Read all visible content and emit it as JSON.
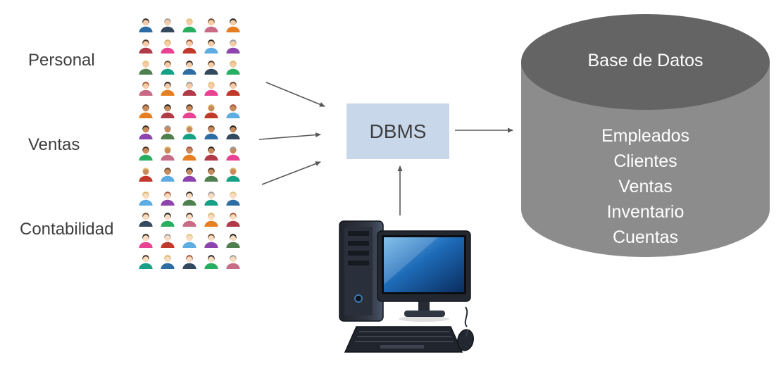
{
  "diagram": {
    "groups": [
      {
        "label": "Personal"
      },
      {
        "label": "Ventas"
      },
      {
        "label": "Contabilidad"
      }
    ],
    "avatar_grid": {
      "cols": 5,
      "rows": 4
    },
    "avatar_palette": {
      "skin": [
        "#f6cba6",
        "#e8b080",
        "#c98a5b",
        "#8d5a3b",
        "#f9dcc0"
      ],
      "hair": [
        "#2f2723",
        "#6b4a2f",
        "#d9b36a",
        "#9c9c9c",
        "#1c1c1c",
        "#a85238",
        "#e3c27e",
        "#4a3423"
      ],
      "shirt": [
        "#2e6da4",
        "#c0392b",
        "#27ae60",
        "#8e44ad",
        "#e67e22",
        "#16a085",
        "#e84393",
        "#34495e",
        "#5dade2",
        "#c86b85",
        "#4f7f4f",
        "#b03a48"
      ]
    },
    "dbms": {
      "label": "DBMS"
    },
    "database": {
      "title": "Base de Datos",
      "items": [
        "Empleados",
        "Clientes",
        "Ventas",
        "Inventario",
        "Cuentas"
      ]
    },
    "icons": {
      "people": "person-avatar-icon",
      "computer": "desktop-computer-icon",
      "database": "database-cylinder"
    },
    "colors": {
      "dbms_box": "#c8d7e9",
      "cylinder_top": "#646464",
      "cylinder_body": "#8c8c8c",
      "arrow": "#57585a",
      "label_text": "#3e3e40",
      "db_text": "#ffffff"
    }
  }
}
